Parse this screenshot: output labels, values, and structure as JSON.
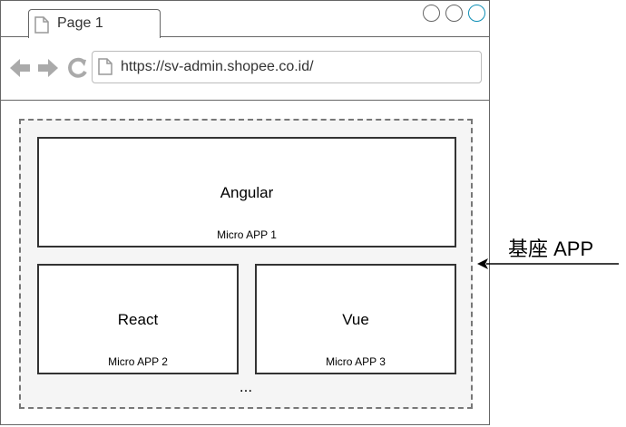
{
  "browser": {
    "tab_title": "Page 1",
    "url": "https://sv-admin.shopee.co.id/",
    "icons": [
      "document-icon",
      "back-arrow-icon",
      "forward-arrow-icon",
      "reload-icon"
    ]
  },
  "apps": {
    "angular": {
      "framework": "Angular",
      "name": "Micro APP 1"
    },
    "react": {
      "framework": "React",
      "name": "Micro APP 2"
    },
    "vue": {
      "framework": "Vue",
      "name": "Micro APP 3"
    }
  },
  "ellipsis": "...",
  "base_app": {
    "label": "基座 APP"
  },
  "colors": {
    "border": "#333333",
    "dashed": "#777777",
    "container_fill": "#f5f5f5",
    "window_button_accent": "#0e8fb6"
  }
}
